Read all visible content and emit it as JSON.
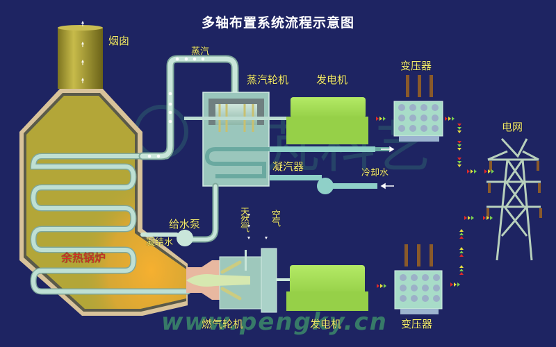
{
  "title": "多轴布置系统流程示意图",
  "labels": {
    "chimney": "烟囱",
    "steam": "蒸汽",
    "steam_turbine": "蒸汽轮机",
    "generator_top": "发电机",
    "transformer_top": "变压器",
    "grid": "电网",
    "condenser": "凝汽器",
    "cooling_water": "冷却水",
    "feed_pump": "给水泵",
    "condensate": "凝结水",
    "natural_gas": "天然气",
    "air": "空气",
    "hrsg": "余热锅炉",
    "gas_turbine": "燃气轮机",
    "generator_bottom": "发电机",
    "transformer_bottom": "变压器"
  },
  "watermark": "www.pengky.cn",
  "colors": {
    "background": "#1e2462",
    "boiler": "#b3a638",
    "boiler_hot": "#f0a830",
    "pipe": "#a9d4c6",
    "generator": "#a8e05a",
    "transformer": "#a8dcc8",
    "label": "#f4ec70",
    "hrsg_label": "#e02a2a"
  }
}
